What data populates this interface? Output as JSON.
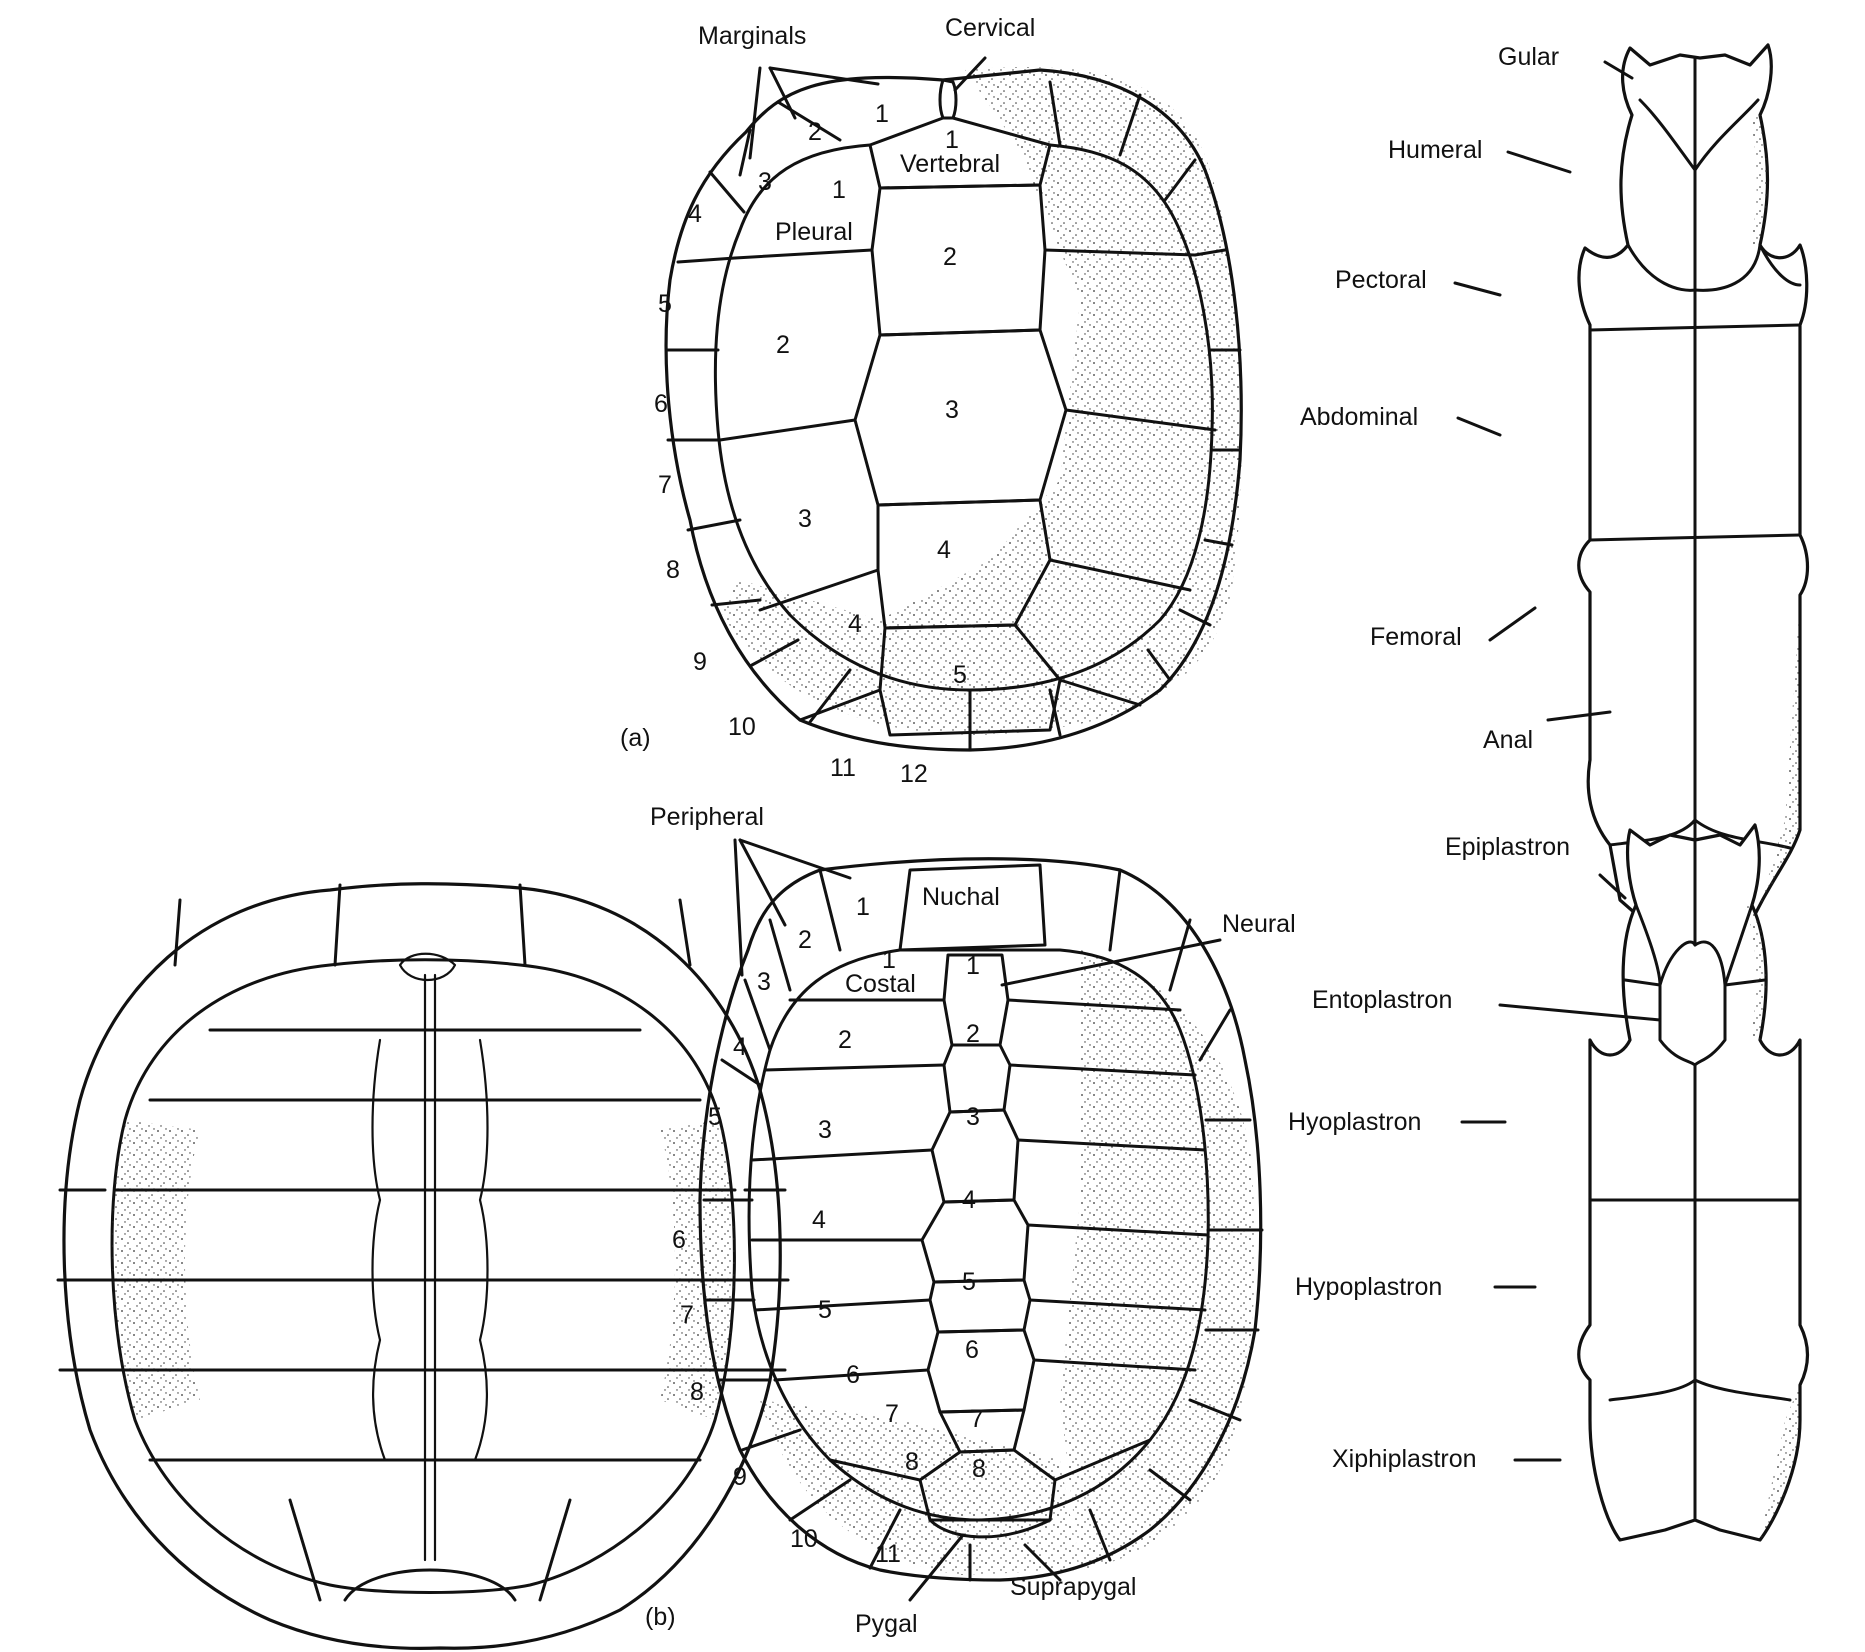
{
  "panel_a": {
    "panel_label": "(a)",
    "carapace": {
      "labels": {
        "marginals": "Marginals",
        "cervical": "Cervical",
        "vertebral": "Vertebral",
        "pleural": "Pleural"
      },
      "marginal_numbers": [
        "1",
        "2",
        "3",
        "4",
        "5",
        "6",
        "7",
        "8",
        "9",
        "10",
        "11",
        "12"
      ],
      "vertebral_numbers": [
        "1",
        "2",
        "3",
        "4",
        "5"
      ],
      "pleural_numbers": [
        "1",
        "2",
        "3",
        "4"
      ]
    },
    "plastron": {
      "labels": {
        "gular": "Gular",
        "humeral": "Humeral",
        "pectoral": "Pectoral",
        "abdominal": "Abdominal",
        "femoral": "Femoral",
        "anal": "Anal"
      }
    }
  },
  "panel_b": {
    "panel_label": "(b)",
    "carapace": {
      "labels": {
        "peripheral": "Peripheral",
        "nuchal": "Nuchal",
        "neural": "Neural",
        "costal": "Costal",
        "suprapygal": "Suprapygal",
        "pygal": "Pygal"
      },
      "peripheral_numbers": [
        "1",
        "2",
        "3",
        "4",
        "5",
        "6",
        "7",
        "8",
        "9",
        "10",
        "11"
      ],
      "neural_numbers": [
        "1",
        "2",
        "3",
        "4",
        "5",
        "6",
        "7",
        "8"
      ],
      "costal_numbers": [
        "1",
        "2",
        "3",
        "4",
        "5",
        "6",
        "7",
        "8"
      ]
    },
    "plastron": {
      "labels": {
        "epiplastron": "Epiplastron",
        "entoplastron": "Entoplastron",
        "hyoplastron": "Hyoplastron",
        "hypoplastron": "Hypoplastron",
        "xiphiplastron": "Xiphiplastron"
      }
    }
  }
}
